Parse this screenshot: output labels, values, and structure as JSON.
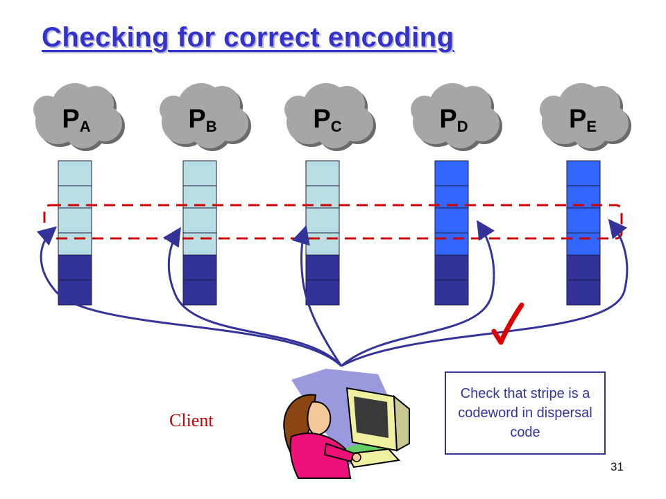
{
  "slide": {
    "title": "Checking for correct encoding",
    "page_number": "31"
  },
  "servers": [
    {
      "letter": "P",
      "sub": "A",
      "block_style": "light"
    },
    {
      "letter": "P",
      "sub": "B",
      "block_style": "light"
    },
    {
      "letter": "P",
      "sub": "C",
      "block_style": "light"
    },
    {
      "letter": "P",
      "sub": "D",
      "block_style": "bright"
    },
    {
      "letter": "P",
      "sub": "E",
      "block_style": "bright"
    }
  ],
  "client": {
    "label": "Client",
    "icon": "woman-at-computer-icon"
  },
  "note": {
    "text": "Check that stripe is a codeword in dispersal code"
  },
  "check": {
    "icon": "checkmark-icon",
    "color": "#dd0000"
  },
  "colors": {
    "title": "#3333cc",
    "cloud": "#a6a6a6",
    "block_light": "#b9dfe4",
    "block_bright": "#3366ff",
    "block_dark": "#333399",
    "arrow": "#333399",
    "stripe": "#cc0000"
  }
}
